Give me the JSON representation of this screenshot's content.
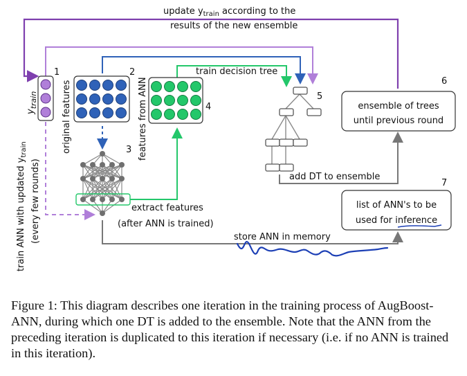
{
  "colors": {
    "purple": "#7e3fae",
    "light_purple": "#b07fd9",
    "blue": "#2f62b8",
    "green": "#23c76a",
    "gray": "#777777",
    "black": "#111111"
  },
  "top_label": {
    "line1_a": "update ",
    "line1_var": "y",
    "line1_sub": "train",
    "line1_b": " according to the",
    "line2": "results of the new ensemble"
  },
  "left_label": {
    "line1_a": "train ANN with updated ",
    "line1_var": "y",
    "line1_sub": "train",
    "line2": "(every few rounds)"
  },
  "ytrain_label": {
    "var": "y",
    "sub": "train"
  },
  "original_features_label": "original features",
  "features_from_ann_label": "features from ANN",
  "train_tree_label": "train decision tree",
  "add_dt_label": "add DT to ensemble",
  "extract_label_line1": "extract features",
  "extract_label_line2": "(after ANN is trained)",
  "store_label": "store ANN in memory",
  "ensemble_box": {
    "line1": "ensemble of trees",
    "line2": "until previous round"
  },
  "ann_list_box": {
    "line1": "list of ANN's to be",
    "line2": "used for inference"
  },
  "step_numbers": [
    "1",
    "2",
    "3",
    "4",
    "5",
    "6",
    "7"
  ],
  "caption": "Figure 1: This diagram describes one iteration in the training process of AugBoost-ANN, during which one DT is added to the ensemble. Note that the ANN from the preceding iteration is duplicated to this iteration if necessary (i.e. if no ANN is trained in this iteration)."
}
